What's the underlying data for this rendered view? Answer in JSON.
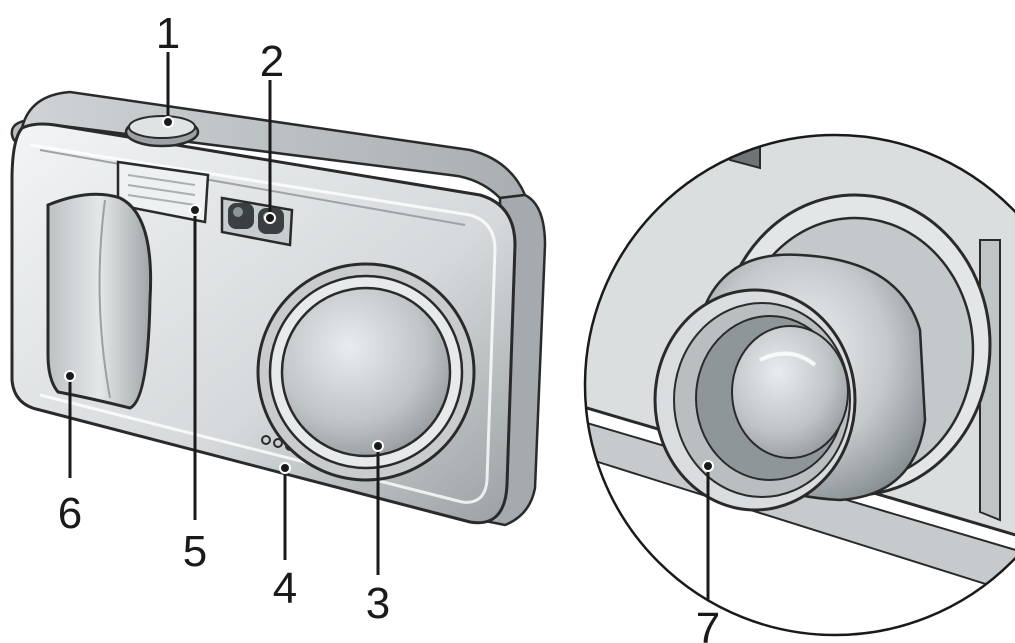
{
  "callouts": [
    {
      "id": "1",
      "label": "1"
    },
    {
      "id": "2",
      "label": "2"
    },
    {
      "id": "3",
      "label": "3"
    },
    {
      "id": "4",
      "label": "4"
    },
    {
      "id": "5",
      "label": "5"
    },
    {
      "id": "6",
      "label": "6"
    },
    {
      "id": "7",
      "label": "7"
    }
  ],
  "colors": {
    "body_light": "#e8ebec",
    "body_mid": "#c9cdcf",
    "body_dark": "#8f9598",
    "outline": "#2a2a2a"
  }
}
